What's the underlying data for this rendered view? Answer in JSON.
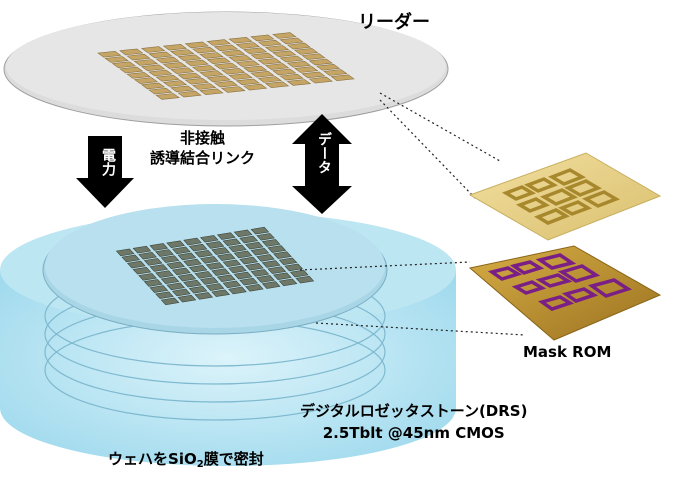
{
  "labels": {
    "reader": "リーダー",
    "link_line1": "非接触",
    "link_line2": "誘導結合リンク",
    "power": "電力",
    "data": "データ",
    "mask_rom": "Mask ROM",
    "drs_line1": "デジタルロゼッタストーン(DRS)",
    "drs_line2": "2.5Tblt @45nm CMOS",
    "seal_prefix": "ウェハを",
    "seal_si": "SiO",
    "seal_sub": "2",
    "seal_suffix": "膜で密封"
  },
  "colors": {
    "wafer_top": "#d6d6d6",
    "chip_gold": "#c4a566",
    "stack_blue": "#a9dff0",
    "disk_blue": "#c9eaf4",
    "mask_rom_die": "#b98d2a",
    "mask_rom_pattern": "#7a1f86",
    "coil_pattern": "#a8882c",
    "arrow": "#000000"
  }
}
